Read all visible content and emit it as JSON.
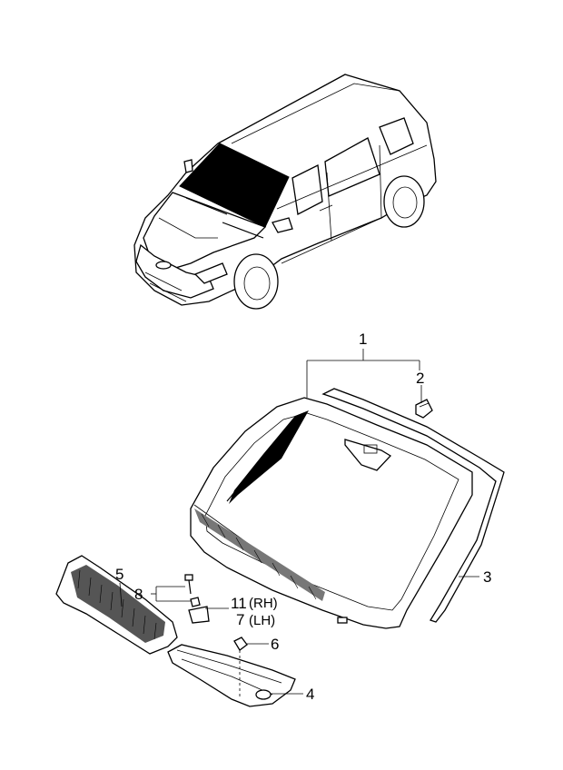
{
  "callouts": {
    "c1": "1",
    "c2": "2",
    "c3": "3",
    "c4": "4",
    "c5": "5",
    "c6": "6",
    "c7": "7",
    "c7_note": "(LH)",
    "c8": "8",
    "c11": "11",
    "c11_note": "(RH)"
  }
}
